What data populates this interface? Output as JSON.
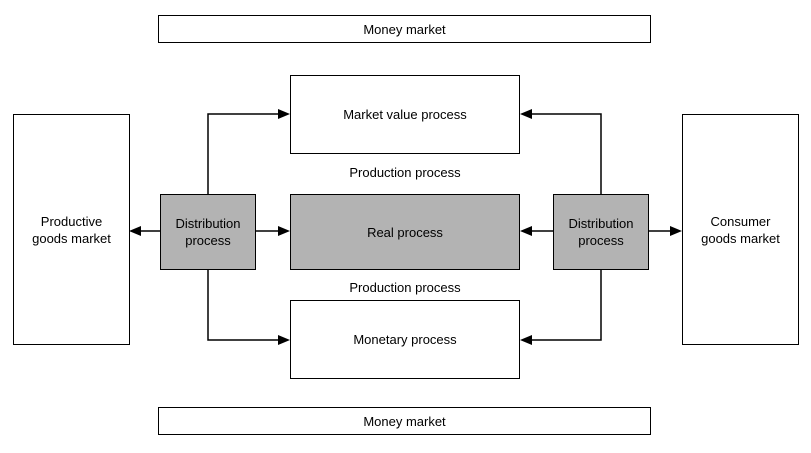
{
  "colors": {
    "background": "#ffffff",
    "box-fill": "#ffffff",
    "gray-fill": "#b3b3b3",
    "border": "#000000",
    "text": "#000000"
  },
  "boxes": {
    "money_market_top": "Money market",
    "money_market_bottom": "Money market",
    "productive_goods_market": "Productive goods market",
    "consumer_goods_market": "Consumer goods market",
    "market_value_process": "Market value process",
    "real_process": "Real process",
    "monetary_process": "Monetary process",
    "distribution_process_left": "Distribution process",
    "distribution_process_right": "Distribution process"
  },
  "labels": {
    "production_process_top": "Production process",
    "production_process_bottom": "Production process"
  }
}
